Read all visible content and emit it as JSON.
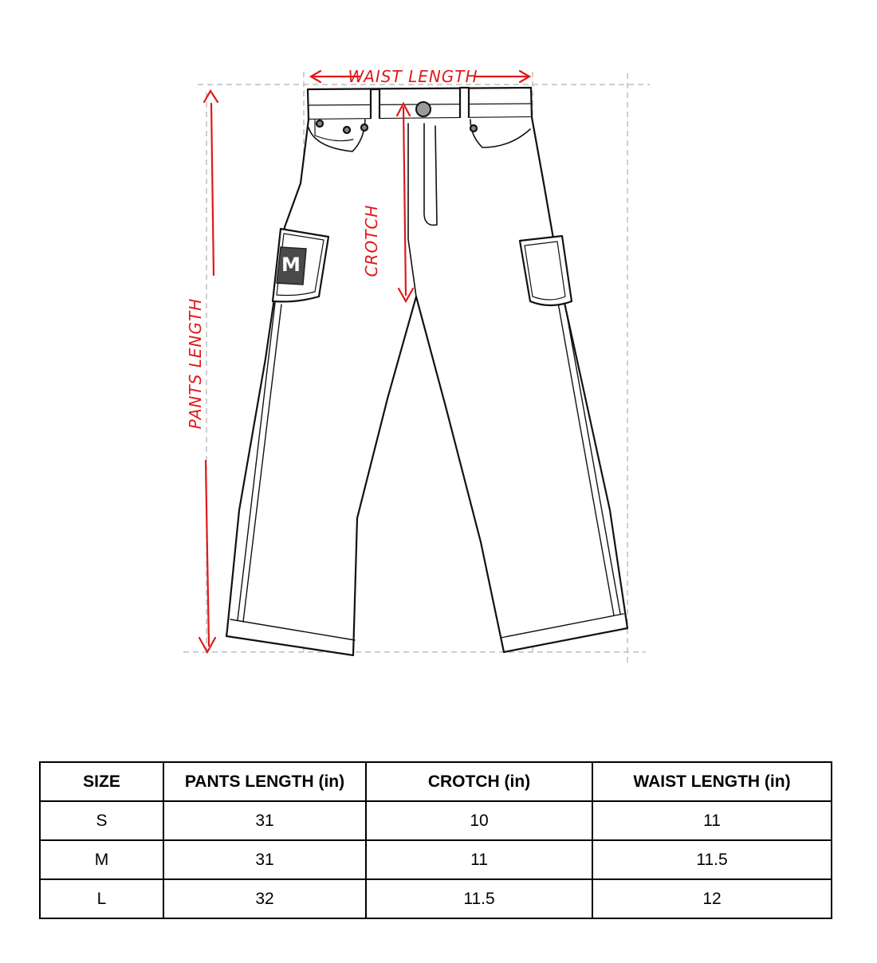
{
  "diagram": {
    "labels": {
      "waist": "WAIST LENGTH",
      "crotch": "CROTCH",
      "pants": "PANTS LENGTH"
    },
    "logo_text": "M",
    "line_color": "#111111",
    "measure_color": "#e0191b",
    "guide_color": "#bdbdbd"
  },
  "table": {
    "headers": [
      "SIZE",
      "PANTS LENGTH (in)",
      "CROTCH (in)",
      "WAIST LENGTH (in)"
    ],
    "rows": [
      [
        "S",
        "31",
        "10",
        "11"
      ],
      [
        "M",
        "31",
        "11",
        "11.5"
      ],
      [
        "L",
        "32",
        "11.5",
        "12"
      ]
    ]
  }
}
